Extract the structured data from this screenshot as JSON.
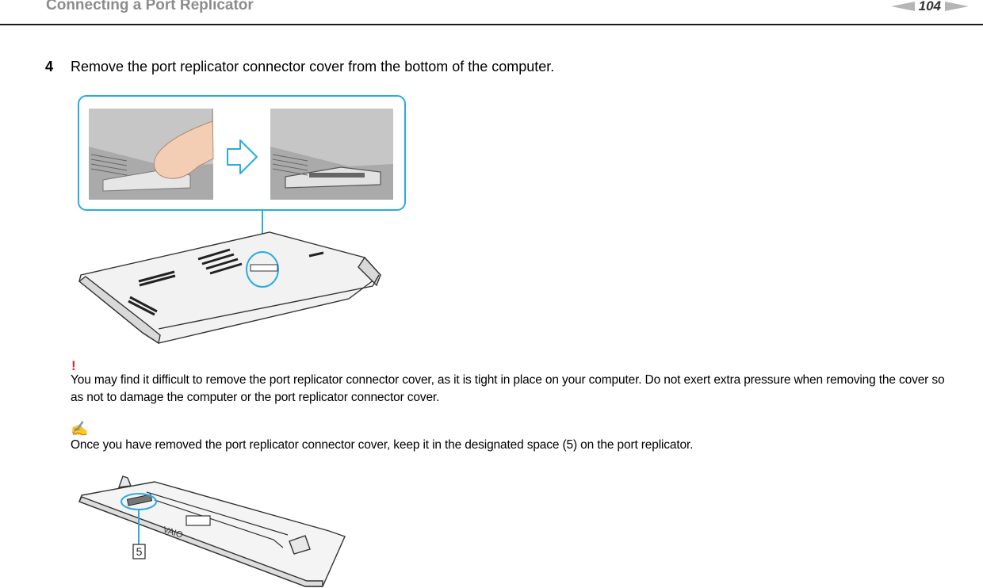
{
  "header": {
    "title": "Connecting a Port Replicator",
    "page_number": "104"
  },
  "step": {
    "number": "4",
    "text": "Remove the port replicator connector cover from the bottom of the computer."
  },
  "warning": {
    "mark": "!",
    "text": "You may find it difficult to remove the port replicator connector cover, as it is tight in place on your computer. Do not exert extra pressure when removing the cover so as not to damage the computer or the port replicator connector cover."
  },
  "hint": {
    "mark": "✍",
    "text": "Once you have removed the port replicator connector cover, keep it in the designated space (5) on the port replicator."
  },
  "figure_replicator": {
    "callout": "5"
  },
  "colors": {
    "callout_blue": "#29abe2",
    "warning_red": "#e8202a",
    "hint_teal": "#1e9a9e"
  }
}
